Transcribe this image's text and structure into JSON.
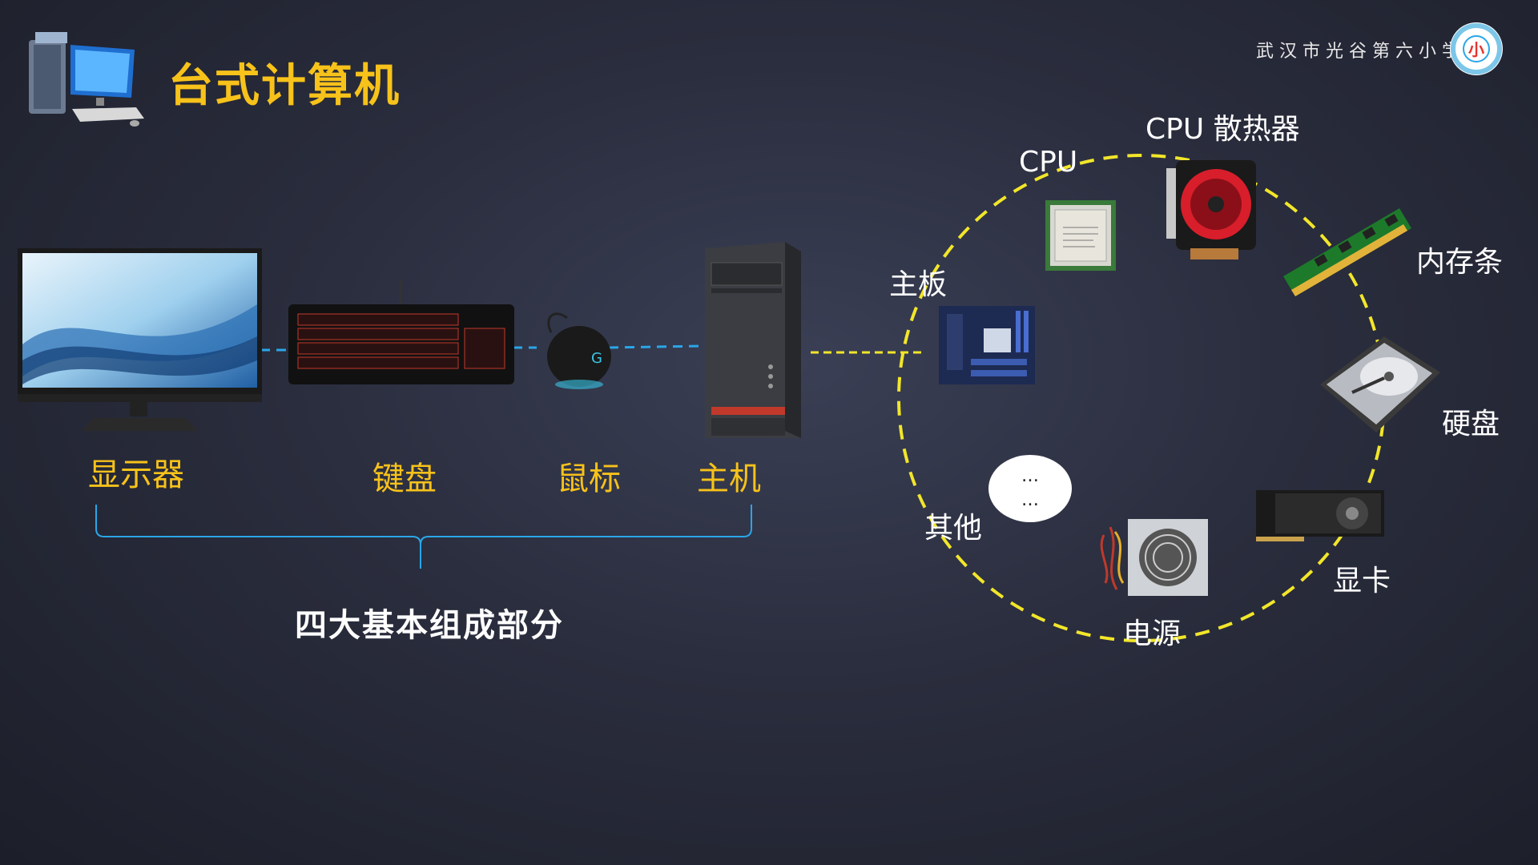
{
  "title": "台式计算机",
  "school": "武汉市光谷第六小学",
  "logo": {
    "inner_text": "小"
  },
  "main_parts": [
    {
      "label": "显示器"
    },
    {
      "label": "键盘"
    },
    {
      "label": "鼠标"
    },
    {
      "label": "主机"
    }
  ],
  "summary": "四大基本组成部分",
  "components": [
    {
      "label": "CPU"
    },
    {
      "label": "CPU 散热器"
    },
    {
      "label": "内存条"
    },
    {
      "label": "硬盘"
    },
    {
      "label": "显卡"
    },
    {
      "label": "电源"
    },
    {
      "label": "其他"
    },
    {
      "label": "主板"
    }
  ],
  "other_placeholder": {
    "line1": "…",
    "line2": "…"
  },
  "colors": {
    "accent": "#f7c21a",
    "link_blue": "#2aa6e8",
    "dash_yellow": "#f2e62a"
  }
}
